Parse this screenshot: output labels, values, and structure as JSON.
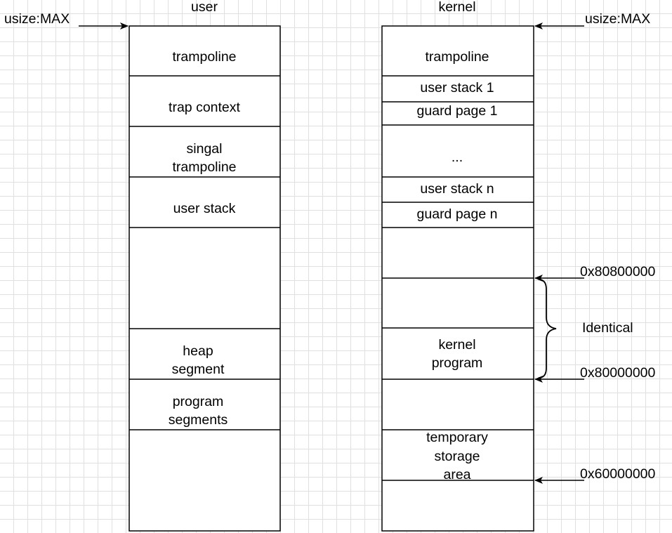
{
  "diagram": {
    "user_column": {
      "title": "user",
      "top_marker": "usize:MAX",
      "sections": {
        "trampoline": "trampoline",
        "trap_context": "trap context",
        "signal_trampoline_line1": "singal",
        "signal_trampoline_line2": "trampoline",
        "user_stack": "user stack",
        "heap_line1": "heap",
        "heap_line2": "segment",
        "program_line1": "program",
        "program_line2": "segments"
      }
    },
    "kernel_column": {
      "title": "kernel",
      "top_marker": "usize:MAX",
      "sections": {
        "trampoline": "trampoline",
        "user_stack_1": "user stack 1",
        "guard_page_1": "guard page 1",
        "ellipsis": "...",
        "user_stack_n": "user stack n",
        "guard_page_n": "guard page n",
        "kernel_line1": "kernel",
        "kernel_line2": "program",
        "temp_line1": "temporary",
        "temp_line2": "storage",
        "temp_line3": "area"
      }
    },
    "addresses": {
      "addr_808": "0x80800000",
      "addr_800": "0x80000000",
      "addr_600": "0x60000000"
    },
    "brace_label": "Identical"
  }
}
